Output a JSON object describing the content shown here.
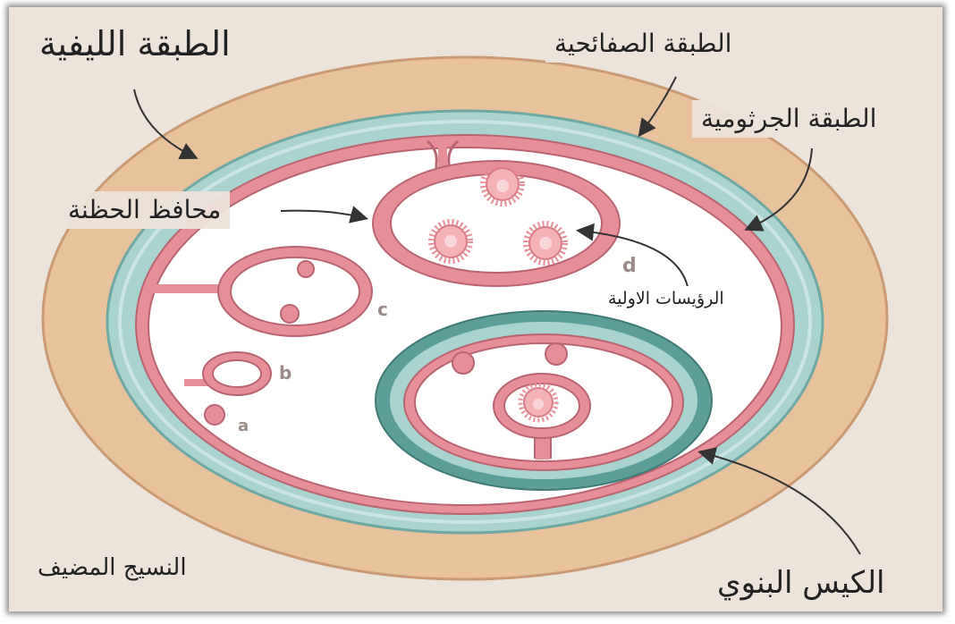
{
  "labels": {
    "fibrous_layer": "الطبقة الليفية",
    "laminated_layer": "الطبقة الصفائحية",
    "germinal_layer": "الطبقة الجرثومية",
    "brood_capsule": "محافظ الحظنة",
    "protoscolices": "الرؤيسات الاولية",
    "host_tissue": "النسيج المضيف",
    "daughter_cyst": "الكيس البنوي"
  },
  "stage_letters": {
    "a": "a",
    "b": "b",
    "c": "c",
    "d": "d"
  },
  "colors": {
    "background": "#ece3da",
    "fibrous": "#e7c29c",
    "fibrous_edge": "#c99a73",
    "laminated": "#a9d3cf",
    "laminated_dark": "#5e9e98",
    "germinal": "#e78f98",
    "germinal_edge": "#b86571",
    "cavity": "#ffffff",
    "scolex": "#f3b2b6",
    "arrow": "#333333"
  }
}
